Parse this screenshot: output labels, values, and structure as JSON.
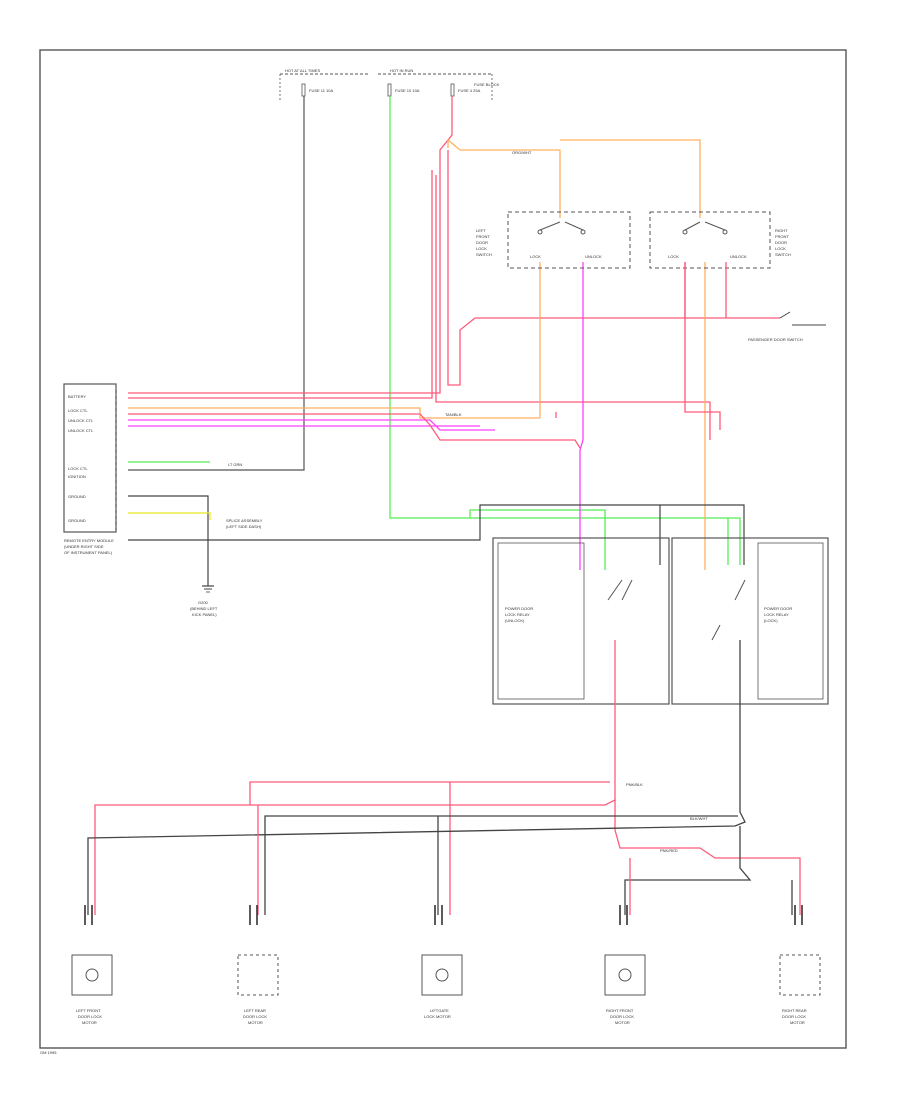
{
  "colors": {
    "pink": "#ff5a7a",
    "orange": "#ffb060",
    "magenta": "#ff40ff",
    "green": "#55ee55",
    "gray": "#444444",
    "yellow": "#e8e820",
    "frame": "#555555"
  },
  "top": {
    "hot_at_all_times": "HOT AT ALL TIMES",
    "hot_in_run": "HOT IN RUN",
    "fuse_a": "FUSE 11 10A",
    "fuse_b": "FUSE 10 10A",
    "fuse_c": "FUSE 4 25A",
    "fuse_box": "FUSE BLOCK"
  },
  "module": {
    "label_lines": [
      "REMOTE ENTRY MODULE",
      "(UNDER RIGHT SIDE",
      "OF INSTRUMENT PANEL)"
    ],
    "pins": [
      "BATTERY",
      "LOCK CTL",
      "UNLOCK CTL",
      "UNLOCK CTL",
      "",
      "",
      "LOCK CTL",
      "IGNITION",
      "GROUND",
      "GROUND"
    ]
  },
  "left_switch": {
    "label_lines": [
      "LEFT",
      "FRONT",
      "DOOR",
      "LOCK",
      "SWITCH"
    ],
    "pin_lock": "LOCK",
    "pin_unlock": "UNLOCK"
  },
  "right_switch": {
    "label_lines": [
      "RIGHT",
      "FRONT",
      "DOOR",
      "LOCK",
      "SWITCH"
    ],
    "pin_lock": "LOCK",
    "pin_unlock": "UNLOCK"
  },
  "passenger_switch": "PASSENGER DOOR SWITCH",
  "ground_label_lines": [
    "G200",
    "(BEHIND LEFT",
    "KICK PANEL)"
  ],
  "splice_note_lines": [
    "SPLICE ASSEMBLY",
    "(LEFT SIDE DASH)"
  ],
  "relay_left_lines": [
    "POWER DOOR",
    "LOCK RELAY",
    "(UNLOCK)"
  ],
  "relay_right_lines": [
    "POWER DOOR",
    "LOCK RELAY",
    "(LOCK)"
  ],
  "actuators": [
    {
      "label_lines": [
        "LEFT FRONT",
        "DOOR LOCK",
        "MOTOR"
      ]
    },
    {
      "label_lines": [
        "LEFT REAR",
        "DOOR LOCK",
        "MOTOR"
      ]
    },
    {
      "label_lines": [
        "LIFTGATE",
        "LOCK MOTOR"
      ]
    },
    {
      "label_lines": [
        "RIGHT FRONT",
        "DOOR LOCK",
        "MOTOR"
      ]
    },
    {
      "label_lines": [
        "RIGHT REAR",
        "DOOR LOCK",
        "MOTOR"
      ]
    }
  ],
  "wire_tags": {
    "org_a": "ORG/WHT",
    "tan_blk": "TAN/BLK",
    "lt_grn": "LT GRN",
    "pnk_blk": "PNK/BLK",
    "blk_wht": "BLK/WHT",
    "pnk_red": "PNK/RED"
  },
  "page_footer": "GM 1995"
}
